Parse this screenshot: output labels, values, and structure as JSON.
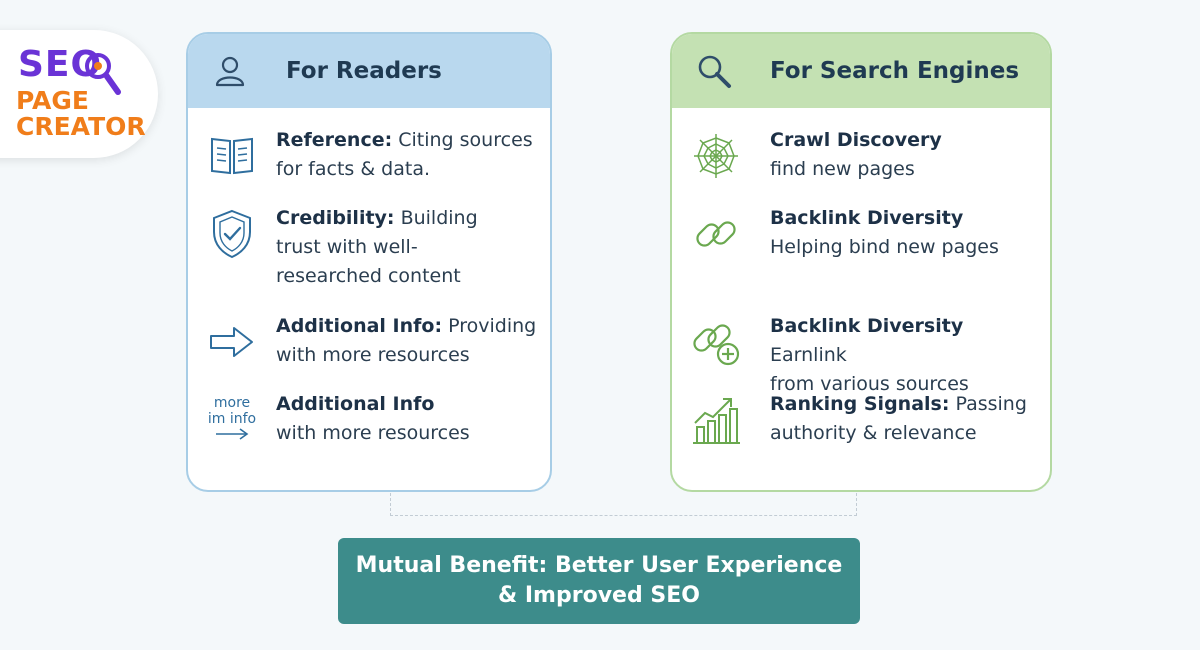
{
  "logo": {
    "line1": "SEO",
    "line2": "PAGE",
    "line3": "CREATOR"
  },
  "colors": {
    "readers_accent": "#2f6e9e",
    "engines_accent": "#6aa84f",
    "benefit_bg": "#3d8c8b",
    "logo_purple": "#6a33d6",
    "logo_orange": "#f07d1a"
  },
  "readers": {
    "title": "For Readers",
    "icon": "user-icon",
    "items": [
      {
        "icon": "book-icon",
        "bold": "Reference:",
        "line1": " Citing sources",
        "line2": "for facts & data."
      },
      {
        "icon": "shield-check-icon",
        "bold": "Credibility:",
        "line1": " Building",
        "line2": "trust with well-",
        "line3": "researched content"
      },
      {
        "icon": "arrow-right-icon",
        "bold": "Additional Info:",
        "line1": " Providing",
        "line2": "with more resources"
      },
      {
        "icon": "more-info-arrow-icon",
        "icon_text1": "more",
        "icon_text2": "im info",
        "bold": "Additional Info",
        "line1": "",
        "line2": "with more resources"
      }
    ]
  },
  "engines": {
    "title": "For Search Engines",
    "icon": "magnifier-icon",
    "items": [
      {
        "icon": "spider-web-icon",
        "bold": "Crawl Discovery",
        "line1": "",
        "line2": "find new pages"
      },
      {
        "icon": "chain-link-icon",
        "bold": "Backlink Diversity",
        "line1": "",
        "line2": "Helping bind new pages"
      },
      {
        "icon": "chain-link-plus-icon",
        "bold": "Backlink Diversity",
        "line1": " Earnlink",
        "line2": "from various sources"
      },
      {
        "icon": "growth-chart-icon",
        "bold": "Ranking Signals:",
        "line1": " Passing",
        "line2": "authority & relevance"
      }
    ]
  },
  "benefit": {
    "line1": "Mutual Benefit: Better User Experience",
    "line2": "& Improved SEO"
  }
}
